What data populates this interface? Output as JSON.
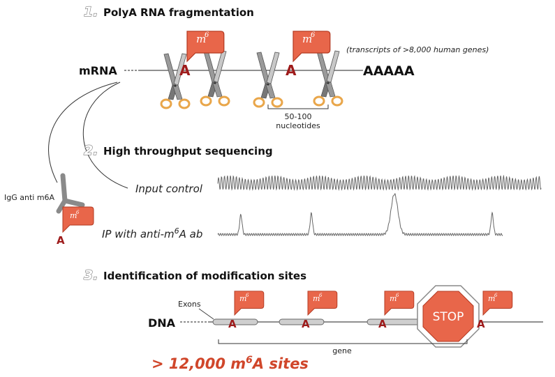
{
  "step1": {
    "number": "1.",
    "title": "PolyA RNA fragmentation"
  },
  "step2": {
    "number": "2.",
    "title": "High throughput sequencing"
  },
  "step3": {
    "number": "3.",
    "title": "Identification of modification sites"
  },
  "mrna": {
    "label": "mRNA",
    "tail": "AAAAA",
    "note": "(transcripts of >8,000 human genes)"
  },
  "fragment": {
    "size_line1": "50-100",
    "size_line2": "nucleotides"
  },
  "antibody": {
    "label": "IgG anti m6A"
  },
  "tracks": {
    "input_label": "Input control",
    "ip_label_prefix": "IP with anti-m",
    "ip_label_sup": "6",
    "ip_label_suffix": "A ab"
  },
  "dna": {
    "label": "DNA",
    "exons_label": "Exons",
    "gene_label": "gene",
    "stop_text": "STOP"
  },
  "mark": {
    "base": "m",
    "sup": "6",
    "letter": "A"
  },
  "result": {
    "prefix": "> 12,000 m",
    "sup": "6",
    "suffix": "A sites"
  },
  "colors": {
    "flag": "#e8664a",
    "flag_edge": "#b23a22",
    "a_letter": "#9e1b1b",
    "result": "#d0462a",
    "handle": "#e9a64a"
  }
}
